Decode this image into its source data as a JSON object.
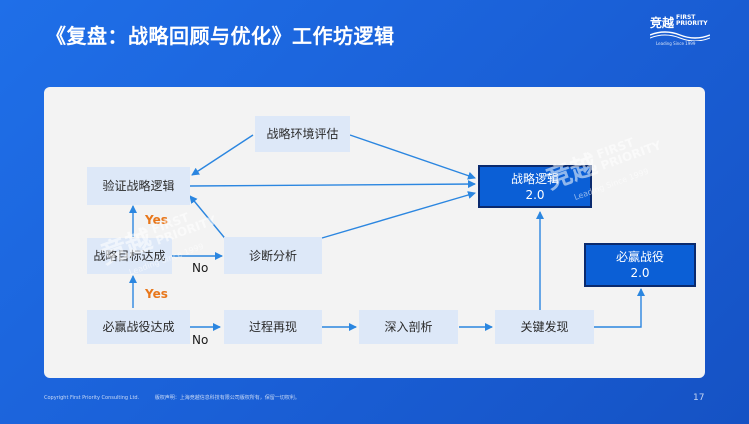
{
  "title": "《复盘：战略回顾与优化》工作坊逻辑",
  "logo": {
    "main": "竞越",
    "en_line1": "FIRST",
    "en_line2": "PRIORITY",
    "tagline": "Leading Since 1999"
  },
  "nodes": {
    "env_eval": "战略环境评估",
    "verify_logic": "验证战略逻辑",
    "strategy_goal": "战略目标达成",
    "diagnosis": "诊断分析",
    "must_win": "必赢战役达成",
    "process": "过程再现",
    "deep_dive": "深入剖析",
    "key_findings": "关键发现",
    "strategy_logic_2_line1": "战略逻辑",
    "strategy_logic_2_line2": "2.0",
    "must_win_2_line1": "必赢战役",
    "must_win_2_line2": "2.0"
  },
  "labels": {
    "yes_upper": "Yes",
    "yes_lower": "Yes",
    "no_upper": "No",
    "no_lower": "No"
  },
  "watermark": {
    "main": "竞越",
    "en1": "FIRST",
    "en2": "PRIORITY",
    "sub": "Leading Since 1999"
  },
  "footer": {
    "copyright": "Copyright First Priority Consulting Ltd.",
    "notice": "版权声明：上海竞越信息科技有限公司版权所有，保留一切权利。",
    "page": "17"
  },
  "colors": {
    "background": "#1a5fd6",
    "panel": "#f3f3f3",
    "light_box": "#dde8f8",
    "dark_box": "#0b5fd6",
    "arrow": "#2b86e0",
    "yes": "#e8771b"
  }
}
